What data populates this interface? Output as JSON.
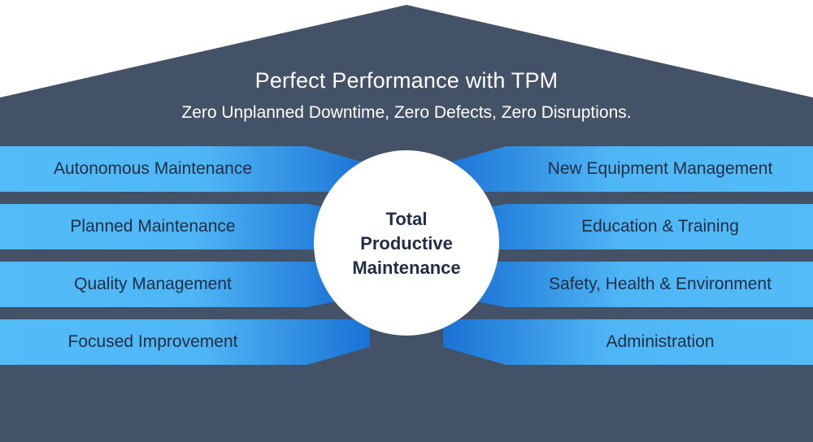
{
  "header": {
    "title": "Perfect Performance with TPM",
    "subtitle": "Zero Unplanned Downtime, Zero Defects, Zero Disruptions."
  },
  "center": {
    "lines": [
      "Total",
      "Productive",
      "Maintenance"
    ]
  },
  "pillars": {
    "left": [
      {
        "label": "Autonomous Maintenance"
      },
      {
        "label": "Planned Maintenance"
      },
      {
        "label": "Quality Management"
      },
      {
        "label": "Focused Improvement"
      }
    ],
    "right": [
      {
        "label": "New Equipment Management"
      },
      {
        "label": "Education & Training"
      },
      {
        "label": "Safety, Health & Environment"
      },
      {
        "label": "Administration"
      }
    ]
  },
  "colors": {
    "house": "#435267",
    "bar": "#53bcf7",
    "bar_dark": "#1a7bd9",
    "text_dark": "#1f2d45",
    "circle": "#ffffff"
  }
}
